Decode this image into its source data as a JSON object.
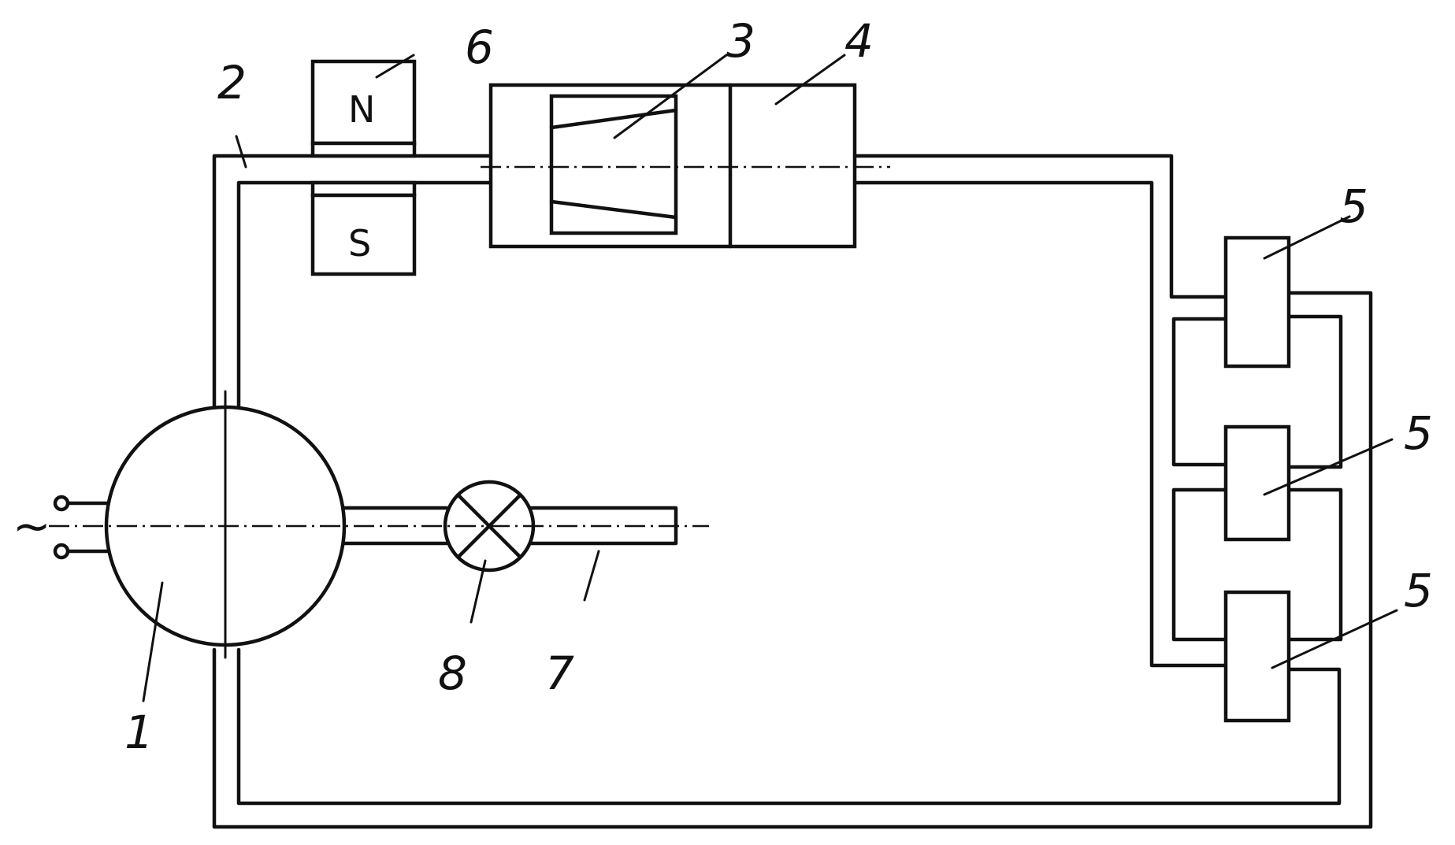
{
  "source_symbol": "~",
  "magnet": {
    "north": "N",
    "south": "S"
  },
  "labels": {
    "l1": "1",
    "l2": "2",
    "l3": "3",
    "l4": "4",
    "l5a": "5",
    "l5b": "5",
    "l5c": "5",
    "l6": "6",
    "l7": "7",
    "l8": "8"
  }
}
